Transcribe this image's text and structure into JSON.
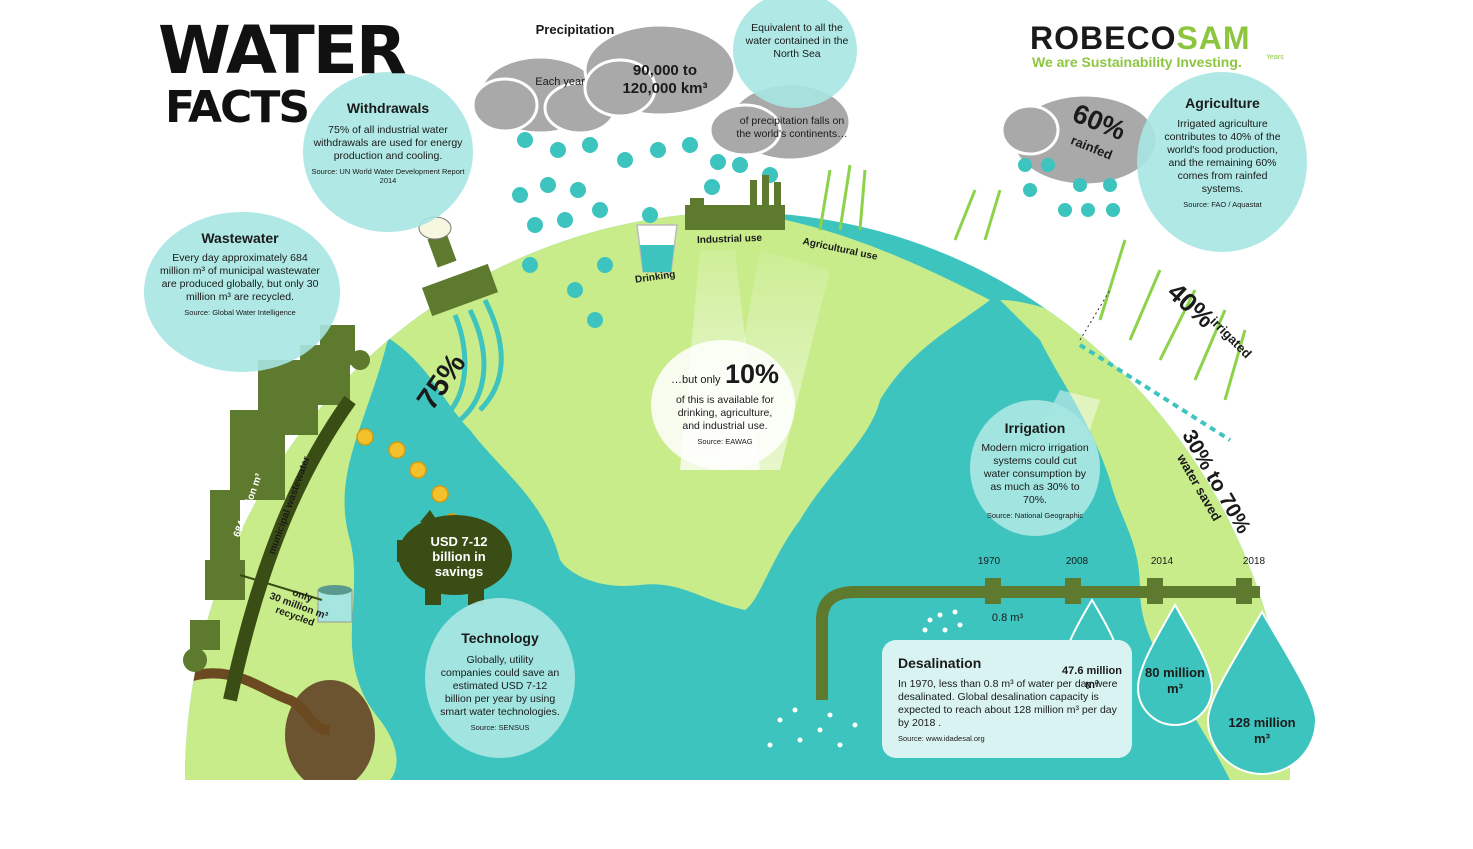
{
  "title": {
    "line1": "WATER",
    "line2": "FACTS"
  },
  "logo": {
    "name_part1": "ROBECO",
    "name_part2": "SAM",
    "tagline": "We are Sustainability Investing.",
    "years_label": "Years"
  },
  "precipitation": {
    "heading": "Precipitation",
    "each_year": "Each year",
    "amount": "90,000 to 120,000 km³",
    "north_sea": "Equivalent to all the water contained in the North Sea",
    "continents": "of precipitation falls on the world's continents…"
  },
  "withdrawals": {
    "heading": "Withdrawals",
    "body": "75% of all industrial water withdrawals are used for energy production and cooling.",
    "source": "Source: UN World Water Development Report 2014",
    "percent": "75%"
  },
  "wastewater": {
    "heading": "Wastewater",
    "body": "Every day approximately 684 million m³ of municipal wastewater are produced globally, but only 30 million m³ are recycled.",
    "source": "Source: Global Water Intelligence",
    "pipe_label_1": "684 million m³",
    "pipe_label_2": "municipal wastewater",
    "recycled_1": "only",
    "recycled_2": "30 million m³",
    "recycled_3": "recycled"
  },
  "uses": {
    "drinking": "Drinking",
    "industrial": "Industrial use",
    "agricultural": "Agricultural use"
  },
  "available": {
    "prefix": "…but only",
    "percent": "10%",
    "body": "of this is available for drinking, agriculture, and industrial use.",
    "source": "Source: EAWAG"
  },
  "piggy": "USD 7-12 billion in savings",
  "technology": {
    "heading": "Technology",
    "body": "Globally, utility companies could save an estimated USD 7-12 billion per year by using smart water technologies.",
    "source": "Source: SENSUS"
  },
  "agriculture": {
    "heading": "Agriculture",
    "body": "Irrigated agriculture contributes to 40% of the world's food production, and the remaining 60% comes from rainfed systems.",
    "source": "Source: FAO / Aquastat",
    "rainfed_pct": "60%",
    "rainfed_label": "rainfed",
    "irrigated_pct": "40%",
    "irrigated_label": "irrigated"
  },
  "irrigation": {
    "heading": "Irrigation",
    "body": "Modern micro irrigation systems could cut water consumption by as much as 30% to 70%.",
    "source": "Source: National Geographic",
    "saved_pct": "30% to 70%",
    "saved_label": "water saved"
  },
  "desalination": {
    "heading": "Desalination",
    "body": "In 1970, less than 0.8 m³ of water per day were desalinated. Global desalination capacity is expected to reach about 128 million m³ per day by 2018 .",
    "source": "Source: www.idadesal.org",
    "years": [
      "1970",
      "2008",
      "2014",
      "2018"
    ],
    "amounts": [
      "0.8 m³",
      "47.6 million m³",
      "80 million m³",
      "128 million m³"
    ]
  },
  "colors": {
    "teal": "#3ec4be",
    "light_teal": "#a6e6e1",
    "lime": "#c8ec8a",
    "olive": "#5d7a2e",
    "logo_green": "#8cc63f"
  }
}
